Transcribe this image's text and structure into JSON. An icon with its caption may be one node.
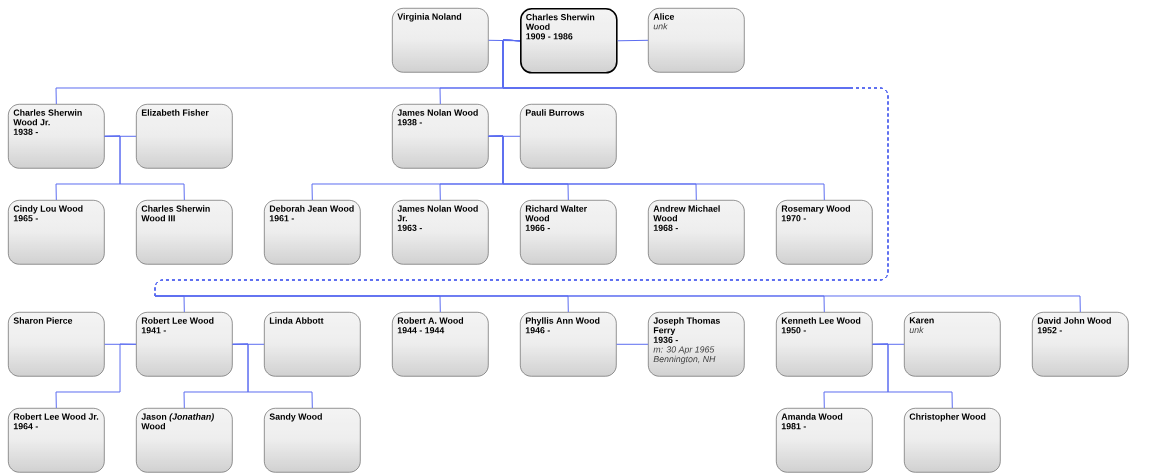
{
  "diagram": {
    "nodes": [
      {
        "text": [
          "Virginia Noland"
        ]
      },
      {
        "text": [
          "Charles Sherwin Wood",
          "1909 - 1986"
        ]
      },
      {
        "text": [
          "Alice",
          "unk"
        ]
      },
      {
        "text": [
          "Charles Sherwin Wood Jr.",
          "1938 -"
        ]
      },
      {
        "text": [
          "Elizabeth Fisher"
        ]
      },
      {
        "text": [
          "James Nolan Wood",
          "1938 -"
        ]
      },
      {
        "text": [
          "Pauli Burrows"
        ]
      },
      {
        "text": [
          "Cindy Lou Wood",
          "1965 -"
        ]
      },
      {
        "text": [
          "Charles Sherwin Wood III"
        ]
      },
      {
        "text": [
          "Deborah Jean Wood",
          "1961 -"
        ]
      },
      {
        "text": [
          "James Nolan Wood Jr.",
          "1963 -"
        ]
      },
      {
        "text": [
          "Richard Walter Wood",
          "1966 -"
        ]
      },
      {
        "text": [
          "Andrew Michael Wood",
          "1968 -"
        ]
      },
      {
        "text": [
          "Rosemary Wood",
          "1970 -"
        ]
      },
      {
        "text": [
          "Sharon Pierce"
        ]
      },
      {
        "text": [
          "Robert Lee Wood",
          "1941 -"
        ]
      },
      {
        "text": [
          "Linda Abbott"
        ]
      },
      {
        "text": [
          "Robert A. Wood",
          "1944 - 1944"
        ]
      },
      {
        "text": [
          "Phyllis Ann Wood",
          "1946 -"
        ]
      },
      {
        "text": [
          "Joseph Thomas Ferry",
          "1936 -",
          "m: 30 Apr 1965 Bennington, NH"
        ]
      },
      {
        "text": [
          "Kenneth Lee Wood",
          "1950 -"
        ]
      },
      {
        "text": [
          "Karen",
          "unk"
        ]
      },
      {
        "text": [
          "David John Wood",
          "1952 -"
        ]
      },
      {
        "text": [
          "Robert Lee Wood Jr.",
          "1964 -"
        ]
      },
      {
        "text": [
          "Jason *(Jonathan)* Wood"
        ]
      },
      {
        "text": [
          "Sandy Wood"
        ]
      },
      {
        "text": [
          "Amanda Wood",
          "1981 -"
        ]
      },
      {
        "text": [
          "Christopher Wood"
        ]
      }
    ],
    "edges": [
      {
        "from": 0,
        "to": 1,
        "arrow": "none"
      },
      {
        "from": 1,
        "to": 2,
        "arrow": "none"
      },
      {
        "from": 1,
        "to": 3,
        "arrow": "none"
      },
      {
        "from": 1,
        "to": 5,
        "arrow": "none"
      },
      {
        "from": 3,
        "to": 4,
        "arrow": "none"
      },
      {
        "from": 5,
        "to": 6,
        "arrow": "none"
      },
      {
        "from": 3,
        "to": 7,
        "arrow": "none"
      },
      {
        "from": 3,
        "to": 8,
        "arrow": "none"
      },
      {
        "from": 5,
        "to": 9,
        "arrow": "none"
      },
      {
        "from": 5,
        "to": 10,
        "arrow": "none"
      },
      {
        "from": 5,
        "to": 11,
        "arrow": "none"
      },
      {
        "from": 5,
        "to": 12,
        "arrow": "none"
      },
      {
        "from": 5,
        "to": 13,
        "arrow": "none"
      },
      {
        "from": 1,
        "to": 15,
        "arrow": "none"
      },
      {
        "from": 1,
        "to": 17,
        "arrow": "none"
      },
      {
        "from": 1,
        "to": 18,
        "arrow": "none"
      },
      {
        "from": 1,
        "to": 20,
        "arrow": "none"
      },
      {
        "from": 1,
        "to": 22,
        "arrow": "none"
      },
      {
        "from": 14,
        "to": 15,
        "arrow": "none"
      },
      {
        "from": 15,
        "to": 16,
        "arrow": "none"
      },
      {
        "from": 18,
        "to": 19,
        "arrow": "none"
      },
      {
        "from": 20,
        "to": 21,
        "arrow": "none"
      },
      {
        "from": 15,
        "to": 23,
        "arrow": "none"
      },
      {
        "from": 15,
        "to": 24,
        "arrow": "none"
      },
      {
        "from": 15,
        "to": 25,
        "arrow": "none"
      },
      {
        "from": 20,
        "to": 26,
        "arrow": "none"
      },
      {
        "from": 20,
        "to": 27,
        "arrow": "none"
      }
    ]
  }
}
